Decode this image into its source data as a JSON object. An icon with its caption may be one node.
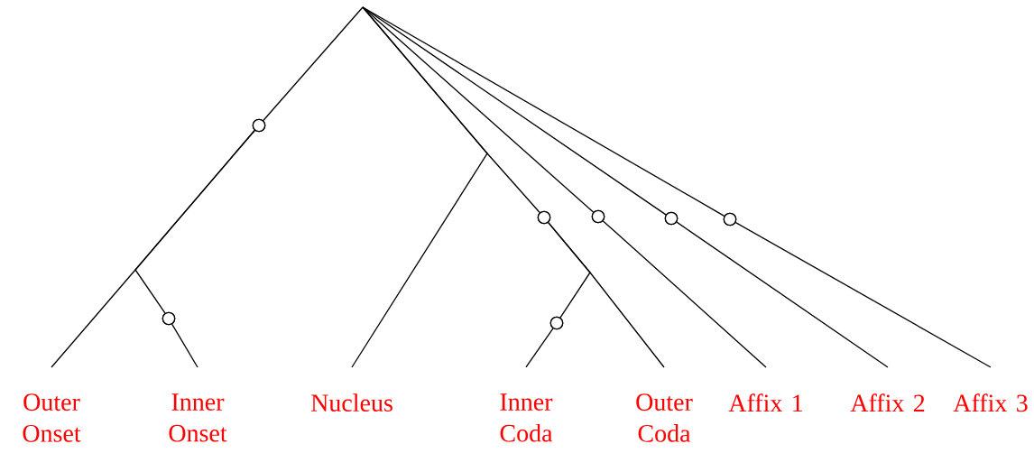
{
  "diagram": {
    "nodes": [
      {
        "text": [],
        "shape": "circle"
      },
      {
        "text": [],
        "shape": "circle"
      },
      {
        "text": [],
        "shape": "circle"
      },
      {
        "text": [],
        "shape": "circle"
      },
      {
        "text": [],
        "shape": "circle"
      },
      {
        "text": [],
        "shape": "circle"
      },
      {
        "text": [],
        "shape": "circle"
      },
      {
        "text": [
          "Outer Onset"
        ]
      },
      {
        "text": [
          "Inner Onset"
        ]
      },
      {
        "text": [
          "Nucleus"
        ]
      },
      {
        "text": [
          "Inner Coda"
        ]
      },
      {
        "text": [
          "Outer Coda"
        ]
      },
      {
        "text": [
          "Affix 1"
        ]
      },
      {
        "text": [
          "Affix 2"
        ]
      },
      {
        "text": [
          "Affix 3"
        ]
      }
    ],
    "edges": [
      {
        "from": null,
        "to": 0,
        "arrow": "none"
      },
      {
        "from": 0,
        "to": 7,
        "arrow": "none"
      },
      {
        "from": 0,
        "to": 1,
        "arrow": "none"
      },
      {
        "from": 1,
        "to": 8,
        "arrow": "none"
      },
      {
        "from": null,
        "to": 9,
        "arrow": "none"
      },
      {
        "from": null,
        "to": 2,
        "arrow": "none"
      },
      {
        "from": 2,
        "to": 11,
        "arrow": "none"
      },
      {
        "from": 2,
        "to": 3,
        "arrow": "none"
      },
      {
        "from": 3,
        "to": 10,
        "arrow": "none"
      },
      {
        "from": null,
        "to": 4,
        "arrow": "none"
      },
      {
        "from": 4,
        "to": 12,
        "arrow": "none"
      },
      {
        "from": null,
        "to": 5,
        "arrow": "none"
      },
      {
        "from": 5,
        "to": 13,
        "arrow": "none"
      },
      {
        "from": null,
        "to": 6,
        "arrow": "none"
      },
      {
        "from": 6,
        "to": 14,
        "arrow": "none"
      }
    ]
  }
}
